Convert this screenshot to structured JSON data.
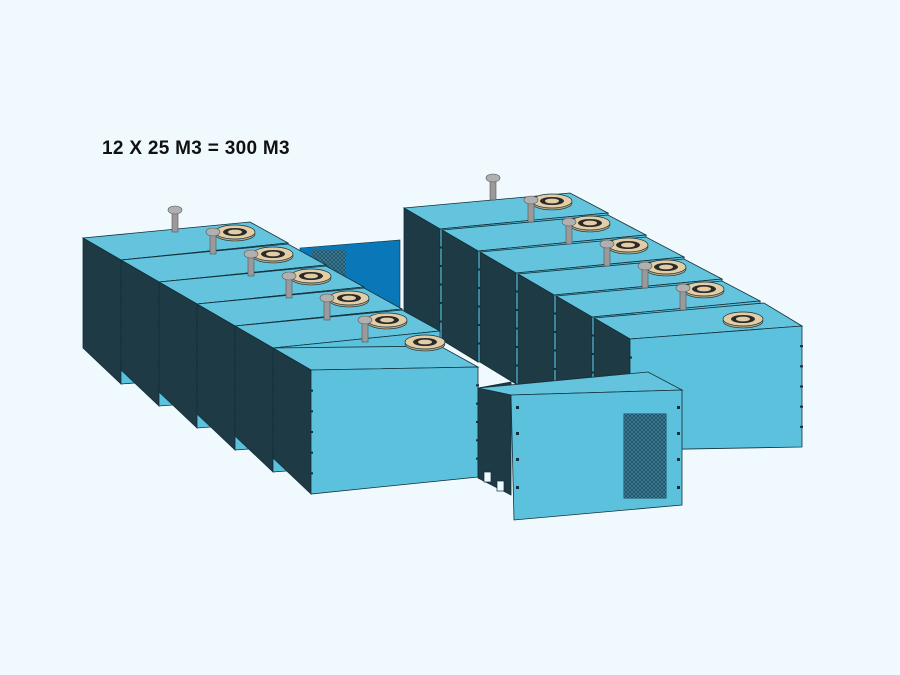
{
  "caption": {
    "capacity_text": "12 X 25 M3 = 300 M3"
  },
  "scene": {
    "tank_count": 12,
    "left_row_tanks": 6,
    "right_row_tanks": 6,
    "has_control_cabinet": true
  },
  "colors": {
    "background": "#f0f9fe",
    "tank_face": "#5cc1dc",
    "tank_top": "#64c3dd",
    "tank_side": "#1e3a44",
    "interior": "#0a78b8",
    "grille": "#1d4f66",
    "pipe": "#9a9a9a",
    "manhole": "#e2cda6",
    "outline": "#12303a",
    "text": "#111111"
  }
}
